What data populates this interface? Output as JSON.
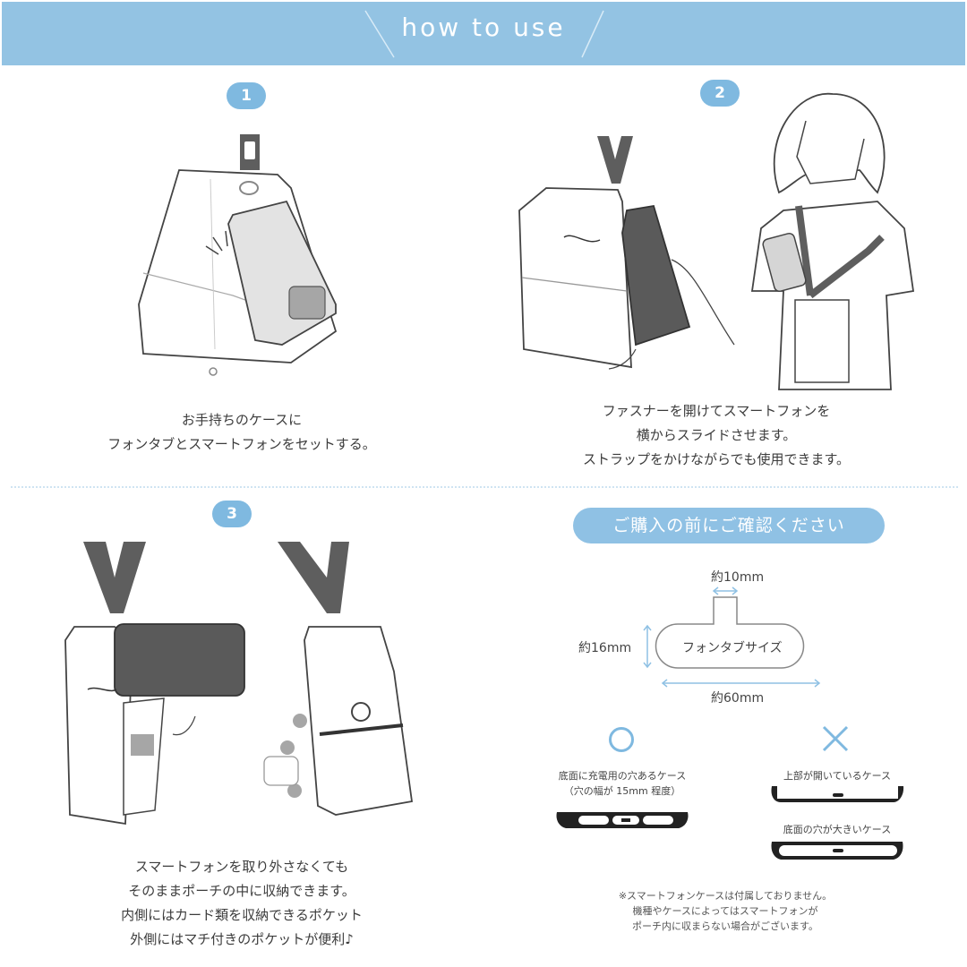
{
  "header": {
    "title": "how to use",
    "background_color": "#93c3e3"
  },
  "steps": [
    {
      "number": "1",
      "caption_lines": [
        "お手持ちのケースに",
        "フォンタブとスマートフォンをセットする。"
      ]
    },
    {
      "number": "2",
      "caption_lines": [
        "ファスナーを開けてスマートフォンを",
        "横からスライドさせます。",
        "ストラップをかけながらでも使用できます。"
      ]
    },
    {
      "number": "3",
      "caption_lines": [
        "スマートフォンを取り外さなくても",
        "そのままポーチの中に収納できます。",
        "内側にはカード類を収納できるポケット",
        "外側にはマチ付きのポケットが便利♪"
      ]
    }
  ],
  "notice": {
    "title": "ご購入の前にご確認ください",
    "phone_tab": {
      "label": "フォンタブサイズ",
      "width_label": "約60mm",
      "height_label": "約16mm",
      "tab_width_label": "約10mm"
    },
    "ok": {
      "symbol": "○",
      "lines": [
        "底面に充電用の穴あるケース",
        "（穴の幅が 15mm 程度）"
      ]
    },
    "ng": {
      "symbol": "×",
      "items": [
        {
          "label": "上部が開いているケース"
        },
        {
          "label": "底面の穴が大きいケース"
        }
      ]
    },
    "footnote_lines": [
      "※スマートフォンケースは付属しておりません。",
      "機種やケースによってはスマートフォンが",
      "ポーチ内に収まらない場合がございます。"
    ]
  },
  "colors": {
    "accent_blue": "#8fc1e4",
    "strap_gray": "#5e5e5e",
    "phone_dark": "#555555"
  }
}
